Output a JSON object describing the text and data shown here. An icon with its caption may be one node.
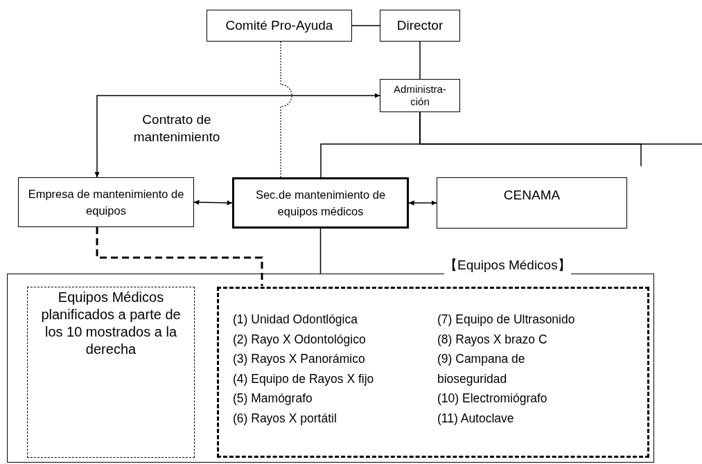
{
  "diagram": {
    "nodes": [
      {
        "text": [
          "Comité Pro-Ayuda"
        ]
      },
      {
        "text": [
          "Director"
        ]
      },
      {
        "text": [
          "Administra- ción"
        ]
      },
      {
        "text": [
          "Empresa de mantenimiento de equipos"
        ]
      },
      {
        "text": [
          "Sec.de mantenimiento de equipos médicos"
        ]
      },
      {
        "text": [
          "CENAMA"
        ]
      },
      {
        "text": [
          "【Equipos Médicos】"
        ]
      },
      {
        "text": [
          "Equipos Médicos planificados a parte de los 10 mostrados a la derecha"
        ],
        "in": 6
      },
      {
        "text": [
          "(1) Unidad Odontlógica",
          "(2) Rayo X Odontológico",
          "(3) Rayos X Panorámico",
          "(4) Equipo de Rayos X fijo",
          "(5) Mamógrafo",
          "(6) Rayos X portátil",
          "(7) Equipo de Ultrasonido",
          "(8) Rayos X brazo C",
          "(9) Campana de bioseguridad",
          "(10) Electromiógrafo",
          "(11) Autoclave"
        ],
        "in": 6
      }
    ],
    "edges": [
      {
        "from": 0,
        "to": 1,
        "arrow": "none"
      },
      {
        "from": 1,
        "to": 2,
        "arrow": "none"
      },
      {
        "from": 0,
        "to": 4,
        "arrow": "none",
        "style": "dashed"
      },
      {
        "from": 2,
        "to": 3,
        "arrow": "both",
        "label": "Contrato de mantenimiento"
      },
      {
        "from": 2,
        "to": 4,
        "arrow": "none"
      },
      {
        "from": 2,
        "to": null,
        "arrow": "none"
      },
      {
        "from": 2,
        "to": null,
        "arrow": "none"
      },
      {
        "from": 3,
        "to": 4,
        "arrow": "both"
      },
      {
        "from": 4,
        "to": 5,
        "arrow": "both"
      },
      {
        "from": 4,
        "to": 6,
        "arrow": "none"
      },
      {
        "from": 3,
        "to": 8,
        "arrow": "none",
        "style": "dashed"
      }
    ]
  }
}
